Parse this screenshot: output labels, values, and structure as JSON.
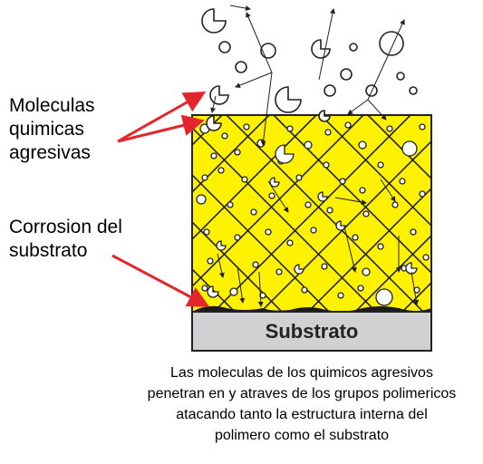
{
  "labels": {
    "molecules": [
      "Moleculas",
      "quimicas",
      "agresivas"
    ],
    "corrosion": [
      "Corrosion del",
      "substrato"
    ]
  },
  "substrate": {
    "label": "Substrato"
  },
  "caption": [
    "Las moleculas de los quimicos agresivos",
    "penetran en y atraves de los grupos polimericos",
    "atacando tanto la estructura interna del",
    "polimero como el substrato"
  ],
  "colors": {
    "polymer_fill": "#FFF200",
    "arrow_red": "#E3262B",
    "substrate_fill": "#D0D1D3",
    "corrosion": "#1A1A1A",
    "outline": "#222222"
  }
}
